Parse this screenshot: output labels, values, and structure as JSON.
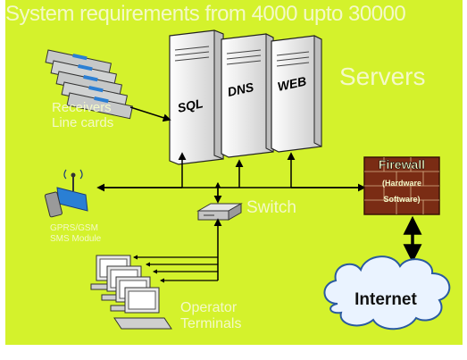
{
  "title": "System requirements from 4000 upto 30000",
  "servers_label": "Servers",
  "servers": [
    {
      "label": "SQL"
    },
    {
      "label": "DNS"
    },
    {
      "label": "WEB"
    }
  ],
  "receivers_label": [
    "Receivers",
    "Line cards"
  ],
  "gprs_label": [
    "GPRS/GSM",
    "SMS Module"
  ],
  "switch_label": "Switch",
  "firewall": {
    "title": "Firewall",
    "line1": "(Hardware",
    "line2": "Software)"
  },
  "internet_label": "Internet",
  "operator_label": [
    "Operator",
    "Terminals"
  ],
  "colors": {
    "background": "#d4f22c",
    "text": "#f4f9c8",
    "firewall": "#7a2c14",
    "arrow": "#000000"
  }
}
